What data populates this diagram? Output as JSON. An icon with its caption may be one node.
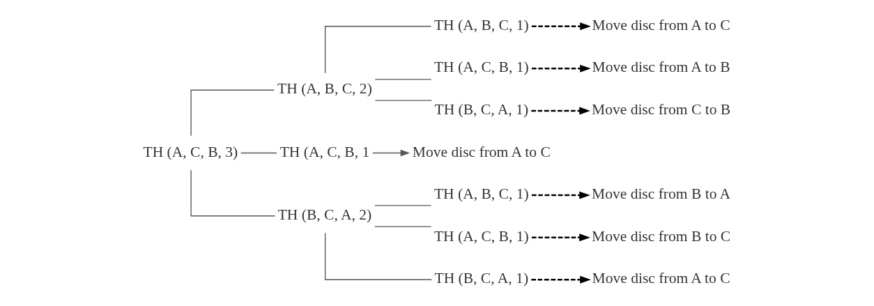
{
  "diagram": {
    "nodes": [
      {
        "text": [
          "TH (A, C, B, 3)"
        ]
      },
      {
        "text": [
          "TH (A, B, C, 2)"
        ]
      },
      {
        "text": [
          "TH (A, B, C, 1)"
        ]
      },
      {
        "text": [
          "Move disc from A to C"
        ]
      },
      {
        "text": [
          "TH (A, C, B, 1)"
        ]
      },
      {
        "text": [
          "Move disc from A to B"
        ]
      },
      {
        "text": [
          "TH (B, C, A, 1)"
        ]
      },
      {
        "text": [
          "Move disc from C to B"
        ]
      },
      {
        "text": [
          "TH (A, C, B, 1"
        ]
      },
      {
        "text": [
          "Move disc from A to C"
        ]
      },
      {
        "text": [
          "TH (B, C, A, 2)"
        ]
      },
      {
        "text": [
          "TH (A, B, C, 1)"
        ]
      },
      {
        "text": [
          "Move disc from B to A"
        ]
      },
      {
        "text": [
          "TH (A, C, B, 1)"
        ]
      },
      {
        "text": [
          "Move disc from B to C"
        ]
      },
      {
        "text": [
          "TH (B, C, A, 1)"
        ]
      },
      {
        "text": [
          "Move disc from A to C"
        ]
      }
    ],
    "edges": [
      {
        "from": 0,
        "to": 1,
        "arrow": "none"
      },
      {
        "from": 0,
        "to": 8,
        "arrow": "none"
      },
      {
        "from": 0,
        "to": 10,
        "arrow": "none"
      },
      {
        "from": 1,
        "to": 2,
        "arrow": "none"
      },
      {
        "from": 1,
        "to": 4,
        "arrow": "none"
      },
      {
        "from": 1,
        "to": 6,
        "arrow": "none"
      },
      {
        "from": 2,
        "to": 3,
        "arrow": "to",
        "style": "dashed",
        "color": "#000000"
      },
      {
        "from": 4,
        "to": 5,
        "arrow": "to",
        "style": "dashed",
        "color": "#000000"
      },
      {
        "from": 6,
        "to": 7,
        "arrow": "to",
        "style": "dashed",
        "color": "#000000"
      },
      {
        "from": 8,
        "to": 9,
        "arrow": "to"
      },
      {
        "from": 10,
        "to": 11,
        "arrow": "none"
      },
      {
        "from": 10,
        "to": 13,
        "arrow": "none"
      },
      {
        "from": 10,
        "to": 15,
        "arrow": "none"
      },
      {
        "from": 11,
        "to": 12,
        "arrow": "to",
        "style": "dashed",
        "color": "#000000"
      },
      {
        "from": 13,
        "to": 14,
        "arrow": "to",
        "style": "dashed",
        "color": "#000000"
      },
      {
        "from": 15,
        "to": 16,
        "arrow": "to",
        "style": "dashed",
        "color": "#000000"
      }
    ]
  }
}
